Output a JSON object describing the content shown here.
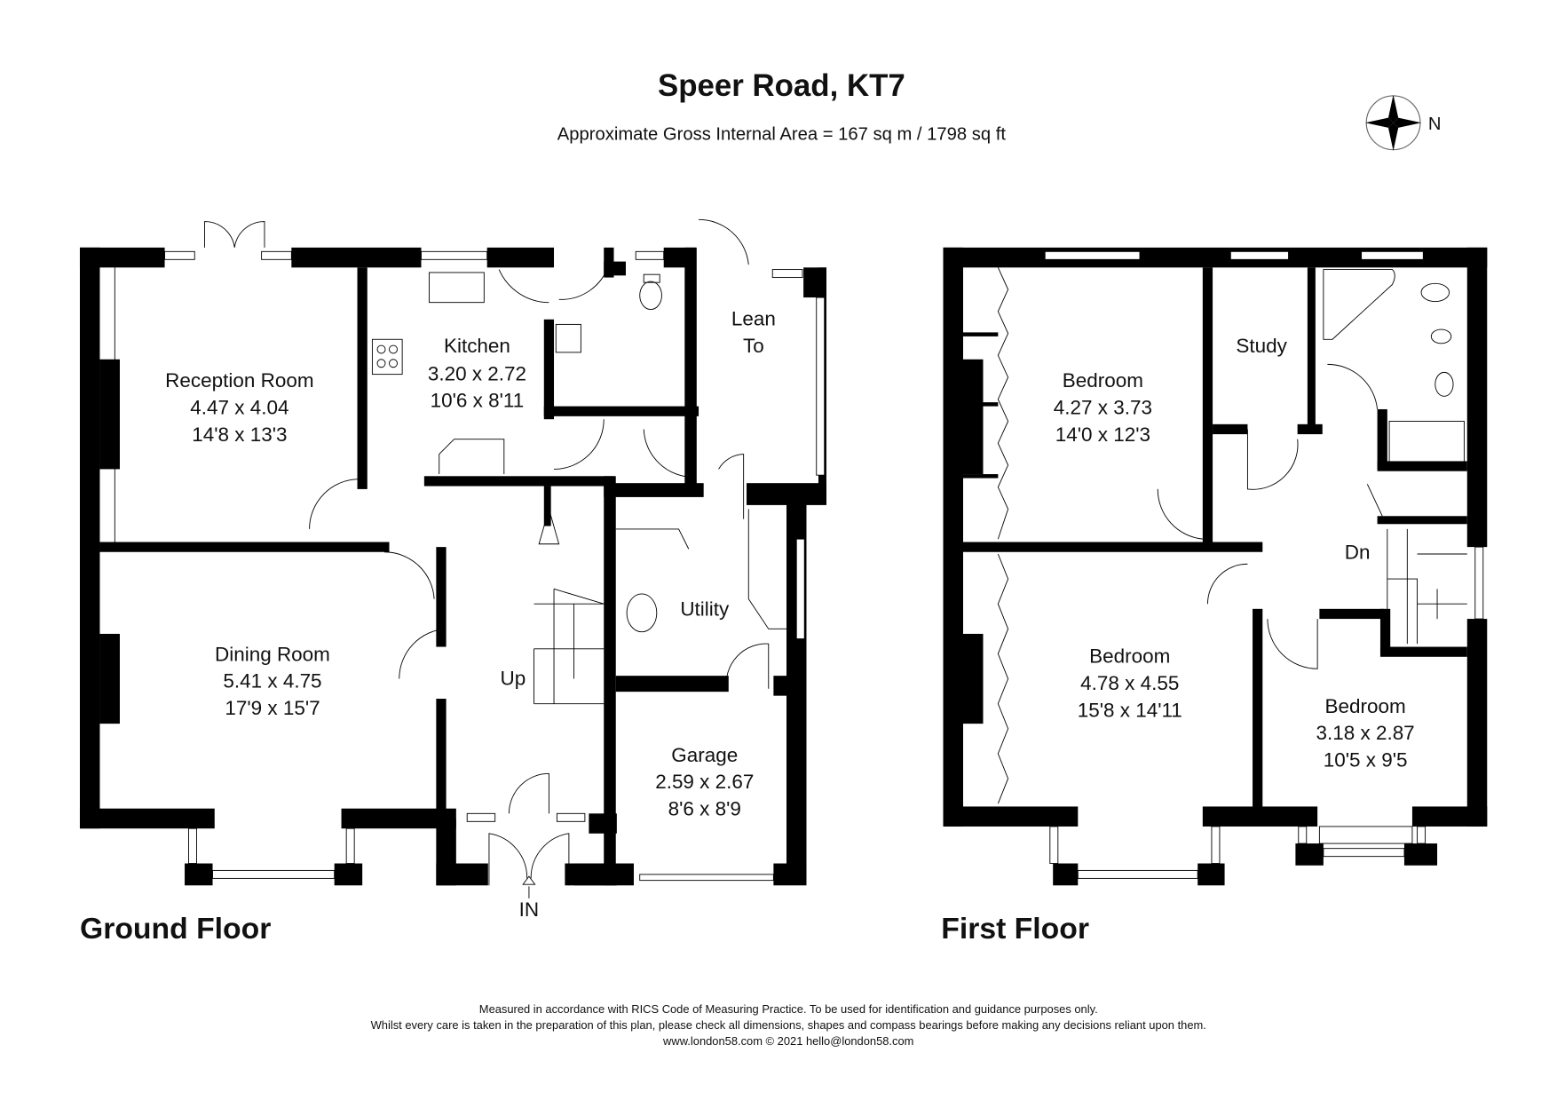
{
  "header": {
    "title": "Speer Road, KT7",
    "subtitle": "Approximate Gross Internal Area = 167 sq m / 1798 sq ft",
    "compass_label": "N"
  },
  "ground_floor": {
    "label": "Ground Floor",
    "rooms": [
      {
        "name": "Reception Room",
        "metric": "4.47 x 4.04",
        "imperial": "14'8 x 13'3"
      },
      {
        "name": "Kitchen",
        "metric": "3.20 x 2.72",
        "imperial": "10'6 x 8'11"
      },
      {
        "name_lines": [
          "Lean",
          "To"
        ]
      },
      {
        "name": "Dining Room",
        "metric": "5.41 x 4.75",
        "imperial": "17'9 x 15'7"
      },
      {
        "name": "Utility"
      },
      {
        "name": "Garage",
        "metric": "2.59 x 2.67",
        "imperial": "8'6 x 8'9"
      }
    ],
    "stairs_label": "Up",
    "entrance_label": "IN"
  },
  "first_floor": {
    "label": "First Floor",
    "rooms": [
      {
        "name": "Bedroom",
        "metric": "4.27 x 3.73",
        "imperial": "14'0 x 12'3"
      },
      {
        "name": "Study"
      },
      {
        "name": "Bedroom",
        "metric": "4.78 x 4.55",
        "imperial": "15'8 x 14'11"
      },
      {
        "name": "Bedroom",
        "metric": "3.18 x 2.87",
        "imperial": "10'5 x 9'5"
      }
    ],
    "stairs_label": "Dn"
  },
  "footer": {
    "line1": "Measured in accordance with RICS Code of Measuring Practice. To be used for identification and guidance purposes only.",
    "line2": "Whilst every care is taken in the preparation of this plan, please check all dimensions, shapes and compass bearings before making any decisions reliant upon them.",
    "line3": "www.london58.com © 2021 hello@london58.com"
  }
}
